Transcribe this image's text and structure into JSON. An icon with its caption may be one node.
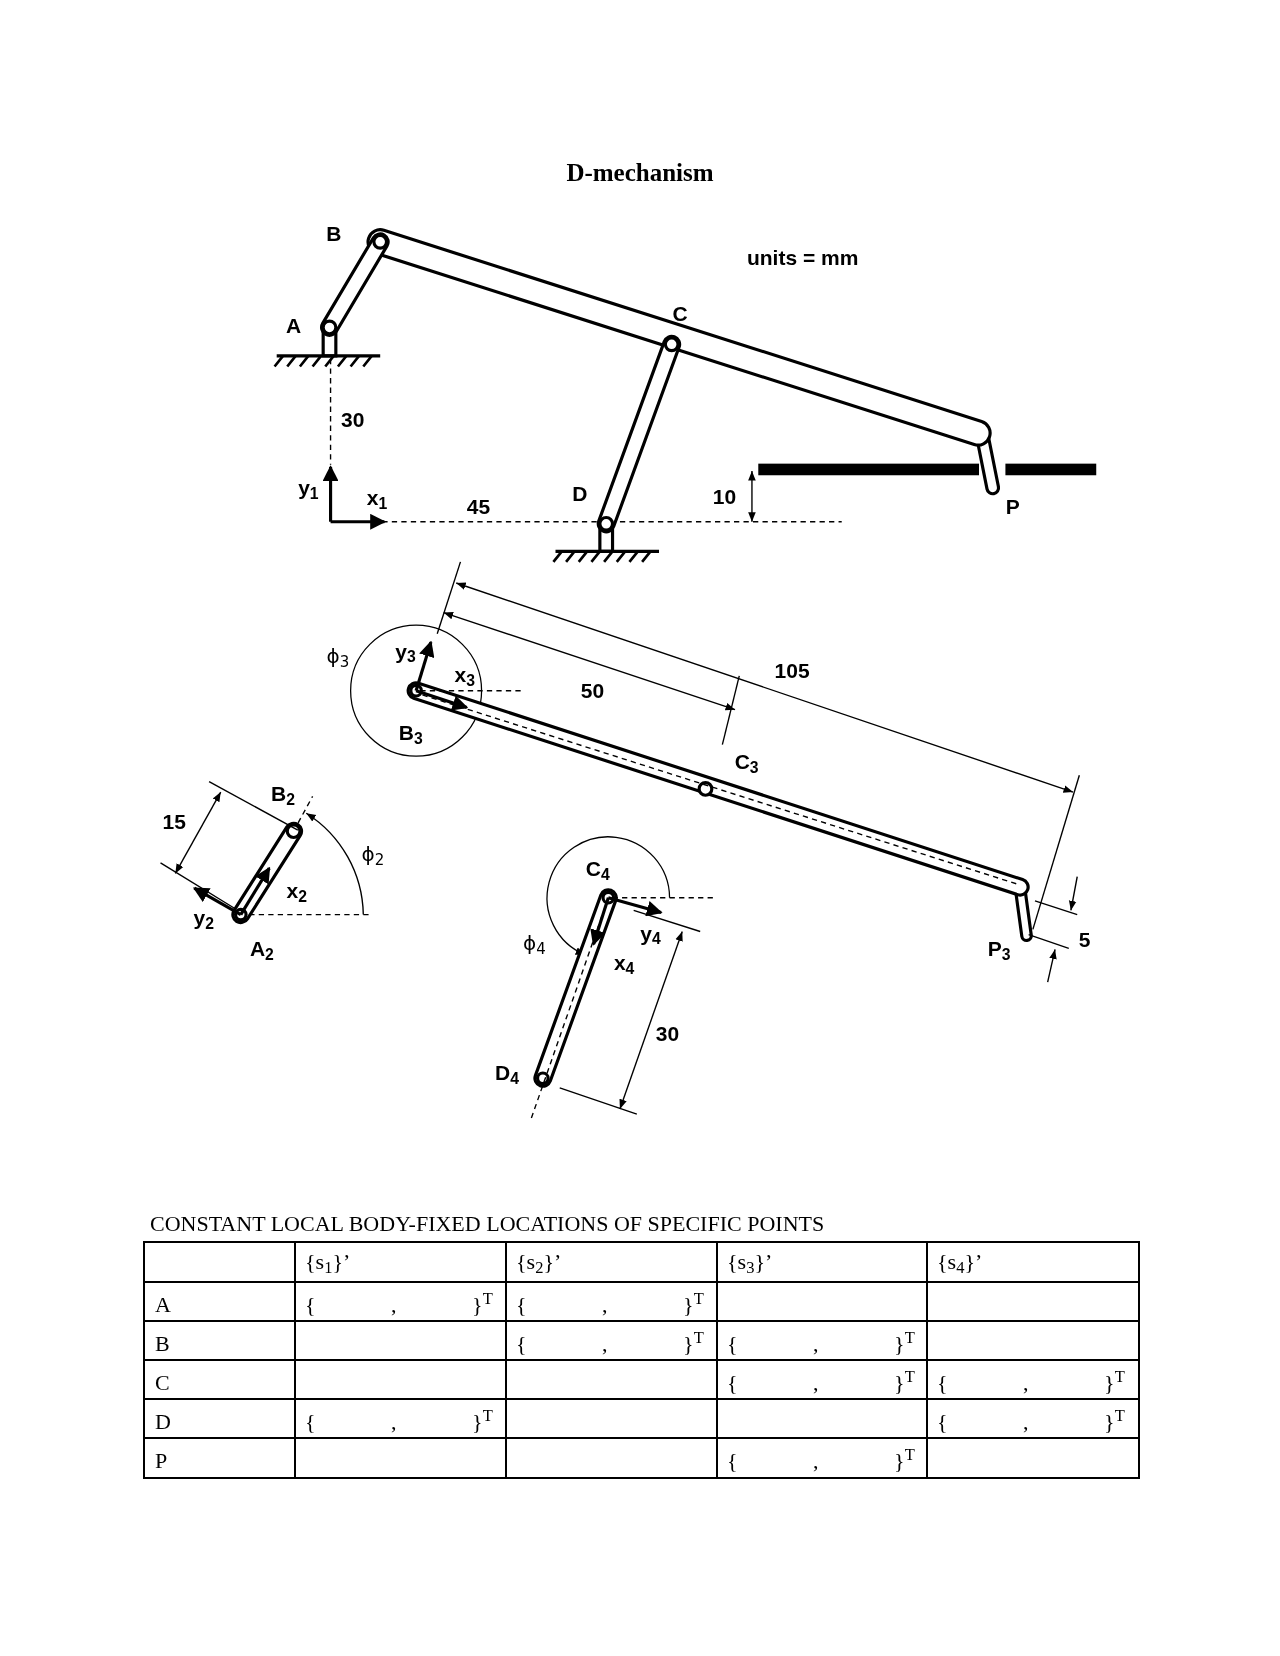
{
  "diagram": {
    "title": "D-mechanism",
    "labels": [
      "units = mm",
      "B",
      "A",
      "C",
      "30",
      "y$_{1}$",
      "x$_{1}$",
      "45",
      "D",
      "10",
      "P",
      "ϕ$_{3}$",
      "y$_{3}$",
      "x$_{3}$",
      "50",
      "105",
      "B$_{3}$",
      "C$_{3}$",
      "B$_{2}$",
      "15",
      "ϕ$_{2}$",
      "x$_{2}$",
      "y$_{2}$",
      "A$_{2}$",
      "C$_{4}$",
      "ϕ$_{4}$",
      "y$_{4}$",
      "x$_{4}$",
      "P$_{3}$",
      "5",
      "30",
      "D$_{4}$",
      "CONSTANT LOCAL BODY-FIXED LOCATIONS OF SPECIFIC POINTS",
      "{s$_{1}$}’",
      "{s$_{2}$}’",
      "{s$_{3}$}’",
      "{s$_{4}$}’",
      "A",
      "{ , }$^{T}$",
      "{ , }$^{T}$",
      "B",
      "{ , }$^{T}$",
      "{ , }$^{T}$",
      "C",
      "{ , }$^{T}$",
      "{ , }$^{T}$",
      "D",
      "{ , }$^{T}$",
      "{ , }$^{T}$",
      "P",
      "{ , }$^{T}$"
    ]
  }
}
